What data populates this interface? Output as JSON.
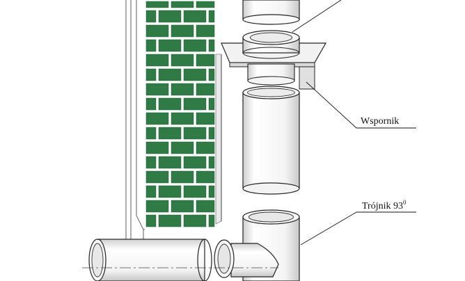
{
  "labels": {
    "bracket": "Wspornik",
    "tee": "Trójnik 93",
    "tee_degree": "0"
  },
  "colors": {
    "brick": "#2f7a45",
    "brick_dark": "#246236",
    "mortar": "#ffffff",
    "line": "#222222",
    "pipe_fill": "#ffffff",
    "pipe_shade": "#dcdcdc"
  }
}
